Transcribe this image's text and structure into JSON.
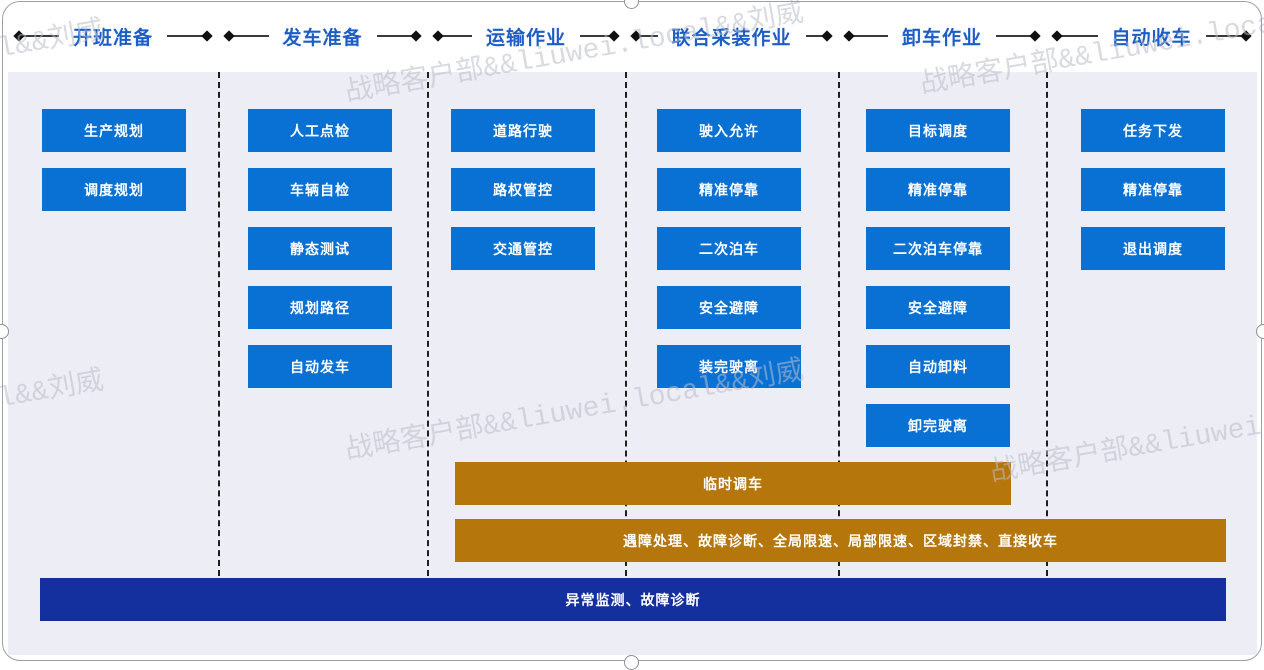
{
  "watermark": {
    "text": "战略客户部&&liuwei.local&&刘威"
  },
  "columns": [
    {
      "header": "开班准备",
      "boxes": [
        "生产规划",
        "调度规划"
      ]
    },
    {
      "header": "发车准备",
      "boxes": [
        "人工点检",
        "车辆自检",
        "静态测试",
        "规划路径",
        "自动发车"
      ]
    },
    {
      "header": "运输作业",
      "boxes": [
        "道路行驶",
        "路权管控",
        "交通管控"
      ]
    },
    {
      "header": "联合采装作业",
      "boxes": [
        "驶入允许",
        "精准停靠",
        "二次泊车",
        "安全避障",
        "装完驶离"
      ]
    },
    {
      "header": "卸车作业",
      "boxes": [
        "目标调度",
        "精准停靠",
        "二次泊车停靠",
        "安全避障",
        "自动卸料",
        "卸完驶离"
      ]
    },
    {
      "header": "自动收车",
      "boxes": [
        "任务下发",
        "精准停靠",
        "退出调度"
      ]
    }
  ],
  "bars": [
    {
      "label": "临时调车",
      "color": "#b5760b"
    },
    {
      "label": "遇障处理、故障诊断、全局限速、局部限速、区域封禁、直接收车",
      "color": "#b5760b"
    },
    {
      "label": "异常监测、故障诊断",
      "color": "#142f9e"
    }
  ],
  "colors": {
    "task_box": "#0a71d4",
    "header_text": "#1d5ec6",
    "content_background": "#edeef5",
    "gold_bar": "#b5760b",
    "navy_bar": "#142f9e"
  }
}
